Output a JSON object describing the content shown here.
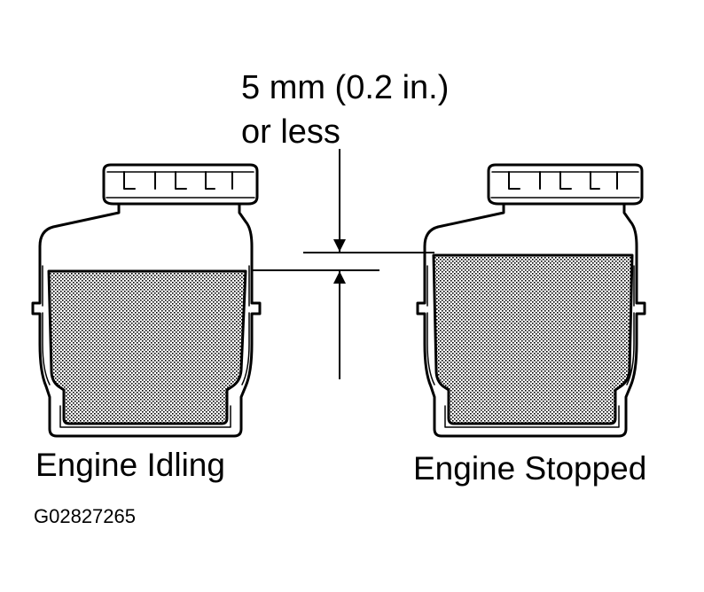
{
  "dimension": {
    "line1": "5 mm (0.2 in.)",
    "line2": "or less"
  },
  "reservoirs": [
    {
      "caption": "Engine Idling"
    },
    {
      "caption": "Engine Stopped"
    }
  ],
  "figure_id": "G02827265",
  "colors": {
    "ink": "#000000",
    "background": "#ffffff"
  }
}
